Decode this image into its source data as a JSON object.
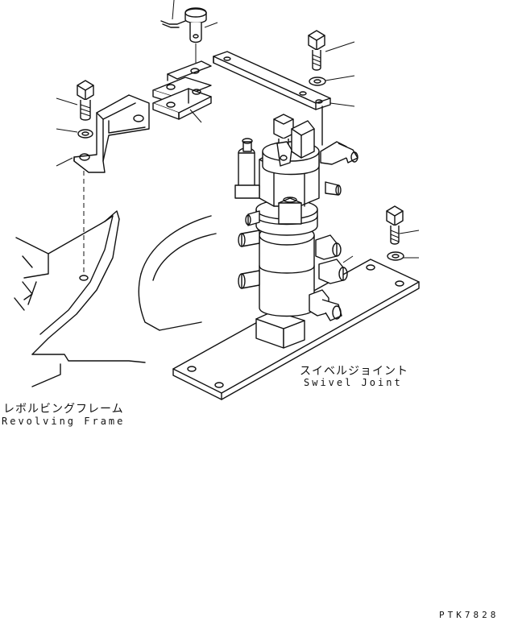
{
  "labels": {
    "revolving_frame_jp": "レボルビングフレーム",
    "revolving_frame_en": "Revolving Frame",
    "swivel_joint_jp": "スイベルジョイント",
    "swivel_joint_en": "Swivel Joint",
    "drawing_code": "PTK7828"
  }
}
